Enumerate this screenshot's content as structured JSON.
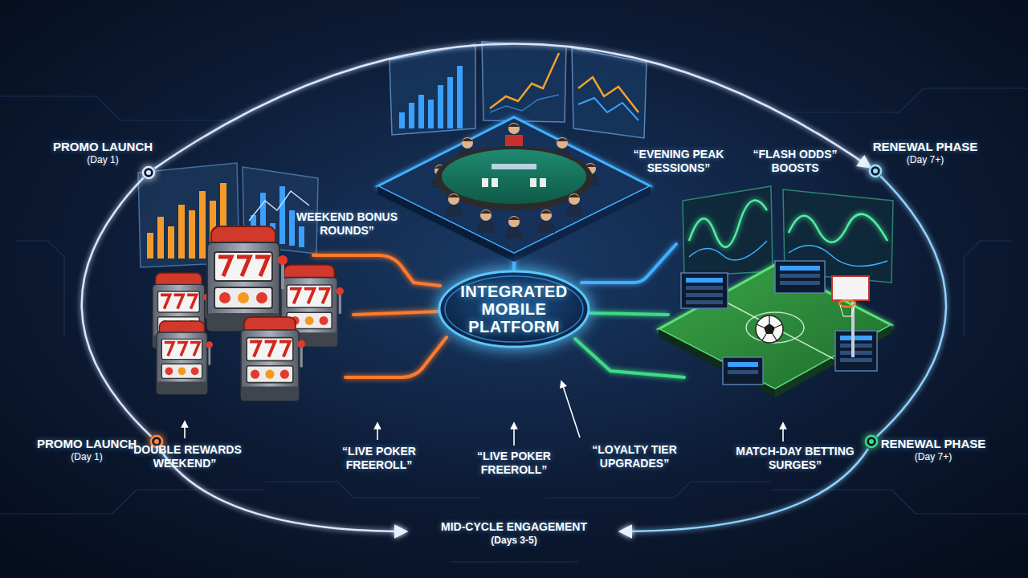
{
  "diagram": {
    "nodes": [
      {
        "text": [
          "PROMO LAUNCH",
          "(Day 1)"
        ]
      },
      {
        "text": [
          "RENEWAL PHASE",
          "(Day 7+)"
        ]
      },
      {
        "text": [
          "INTEGRATED MOBILE PLATFORM"
        ]
      },
      {
        "text": [
          "PROMO LAUNCH",
          "(Day 1)"
        ]
      },
      {
        "text": [
          "RENEWAL PHASE",
          "(Day 7+)"
        ]
      }
    ],
    "edges": [
      {
        "from": 0,
        "to": 1,
        "arrow": "to"
      },
      {
        "from": 0,
        "to": 3,
        "arrow": "none"
      },
      {
        "from": 1,
        "to": 4,
        "arrow": "none"
      }
    ],
    "labels": [
      "WEEKEND BONUS ROUNDS”",
      "“EVENING PEAK SESSIONS”",
      "“FLASH ODDS” BOOSTS",
      "“DOUBLE REWARDS WEEKEND”",
      "“LIVE POKER FREEROLL”",
      "“LIVE POKER FREEROLL”",
      "“LOYALTY TIER UPGRADES”",
      "MATCH-DAY BETTING SURGES”",
      "MID-CYCLE ENGAGEMENT",
      "(Days 3-5)"
    ]
  }
}
